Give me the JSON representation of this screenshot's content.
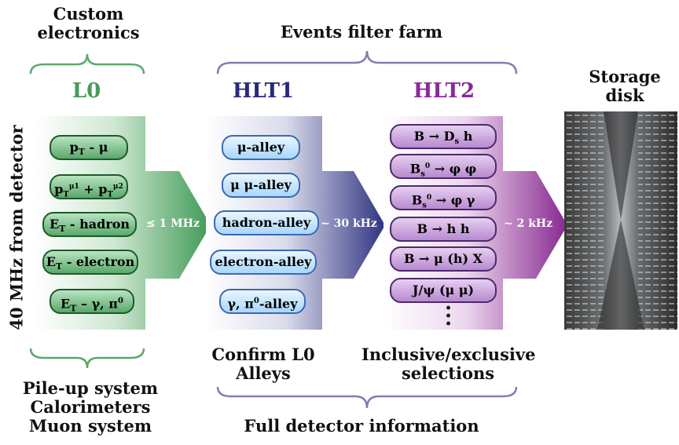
{
  "top_left_label": [
    "Custom",
    "electronics"
  ],
  "top_center_label": "Events filter farm",
  "stages": {
    "l0": "L0",
    "hlt1": "HLT1",
    "hlt2": "HLT2",
    "storage": [
      "Storage",
      "disk"
    ]
  },
  "side_label": "40 MHz from detector",
  "l0_items": [
    "p_T - μ",
    "p_T^μ1 + p_T^μ2",
    "E_T - hadron",
    "E_T - electron",
    "E_T - γ, π^0"
  ],
  "hlt1_items": [
    "μ-alley",
    "μ μ-alley",
    "hadron-alley",
    "electron-alley",
    "γ, π^0-alley"
  ],
  "hlt2_items": [
    "B → D_s h",
    "B_s^0 → φ φ",
    "B_s^0 → φ γ",
    "B → h h",
    "B → μ (h) X",
    "J/ψ (μ μ)"
  ],
  "rates": [
    "≤ 1 MHz",
    "~ 30 kHz",
    "~ 2 kHz"
  ],
  "bottom_left_label": [
    "Pile-up system",
    "Calorimeters",
    "Muon system"
  ],
  "hlt1_caption": [
    "Confirm L0",
    "Alleys"
  ],
  "hlt2_caption": [
    "Inclusive/exclusive",
    "selections"
  ],
  "bottom_center_label": "Full detector information",
  "colors": {
    "l0": "#4a9a58",
    "hlt1": "#2a2a7a",
    "hlt2": "#8a2a9a"
  }
}
